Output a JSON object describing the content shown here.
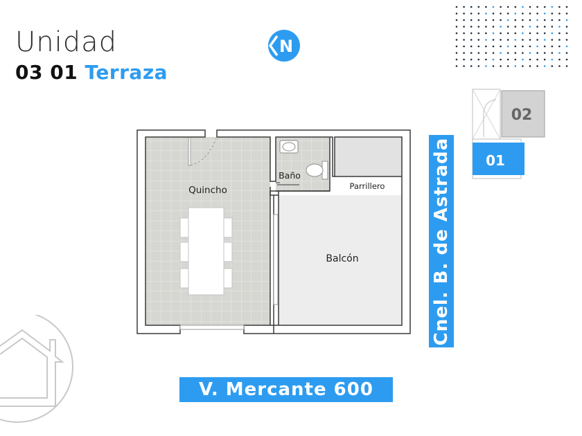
{
  "header": {
    "title": "Unidad",
    "unit_number": "03 01",
    "unit_name": "Terraza"
  },
  "logo": {
    "letter": "N",
    "icon": "brand-logo-icon"
  },
  "rooms": {
    "quincho": "Quincho",
    "bano": "Baño",
    "parrillero": "Parrillero",
    "balcon": "Balcón"
  },
  "streets": {
    "bottom": "V. Mercante 600",
    "side": "Cnel. B. de Astrada"
  },
  "key_plan": {
    "unit_a": "02",
    "unit_b": "01"
  },
  "colors": {
    "accent": "#2d9cf0",
    "floor_tile": "#d7d7d3",
    "wall": "#3a3a3a"
  }
}
